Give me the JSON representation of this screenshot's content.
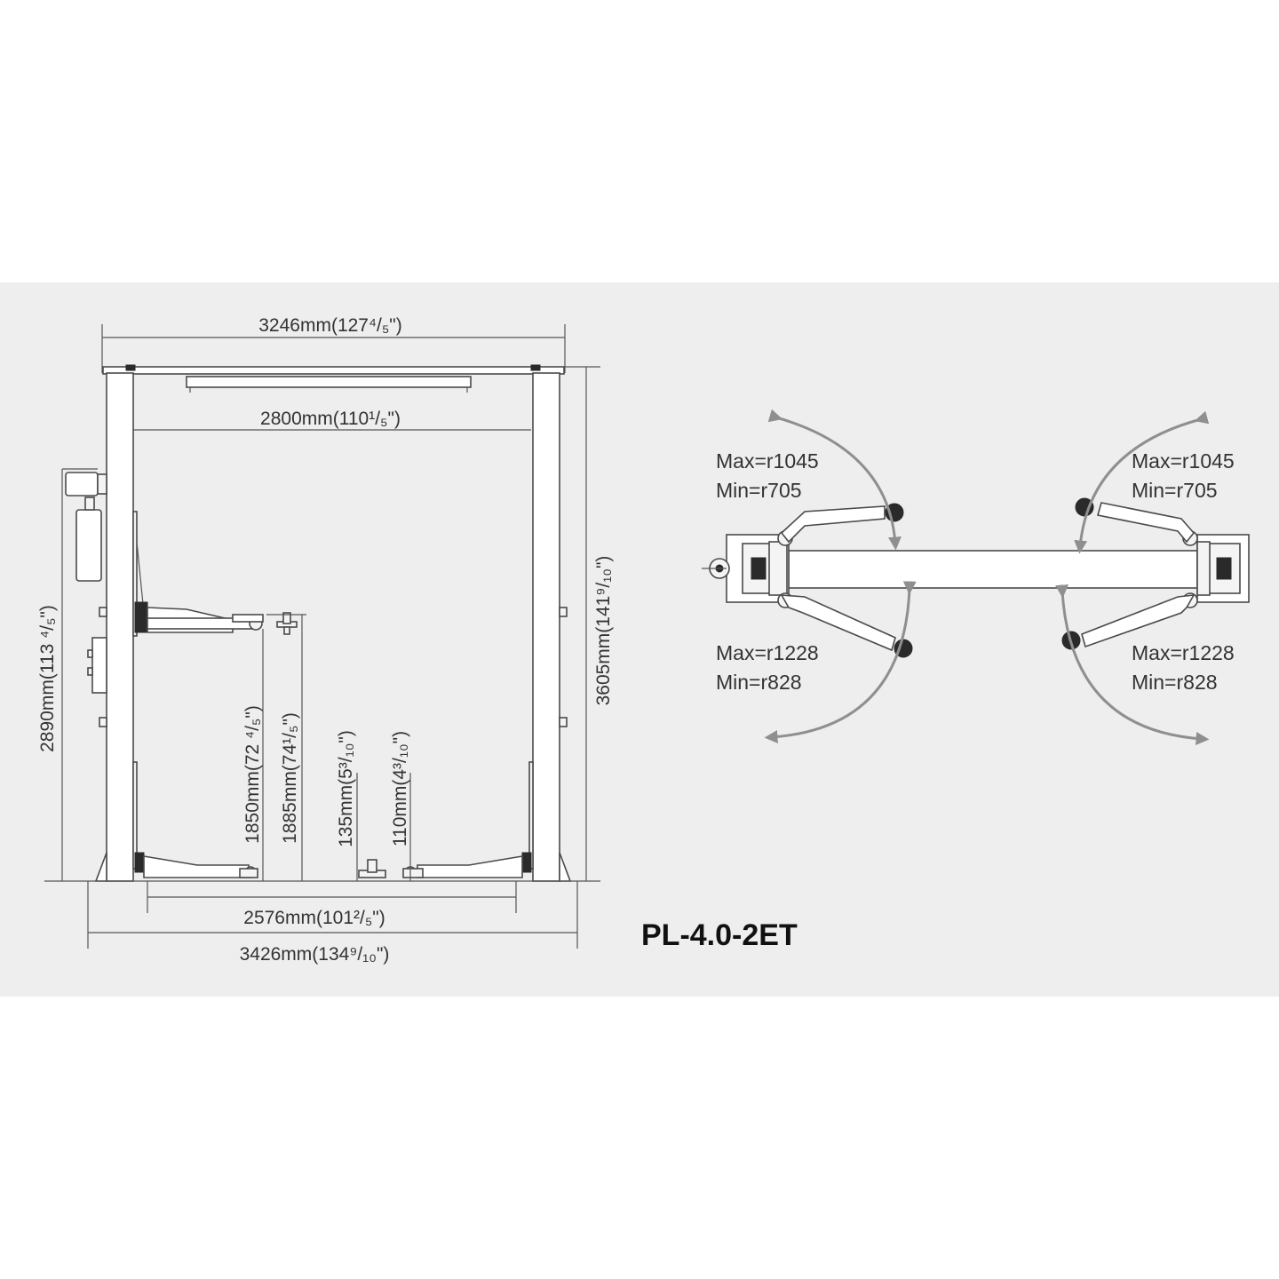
{
  "colors": {
    "panel_background": "#eeeeee",
    "page_background": "#ffffff",
    "line": "#555555",
    "arrow": "#8f8f8f",
    "text": "#333333"
  },
  "front_view": {
    "overall_width": "3246mm(127⁴/₅\")",
    "inner_width": "2800mm(110¹/₅\")",
    "overall_height": "3605mm(141⁹/₁₀\")",
    "side_height": "2890mm(113 ⁴/₅\")",
    "lift_height_1": "1850mm(72 ⁴/₅\")",
    "lift_height_2": "1885mm(74¹/₅\")",
    "pad_height_1": "135mm(5³/₁₀\")",
    "pad_height_2": "110mm(4³/₁₀\")",
    "base_inner_width": "2576mm(101²/₅\")",
    "base_overall_width": "3426mm(134⁹/₁₀\")"
  },
  "top_view": {
    "upper_left_max": "Max=r1045",
    "upper_left_min": "Min=r705",
    "upper_right_max": "Max=r1045",
    "upper_right_min": "Min=r705",
    "lower_left_max": "Max=r1228",
    "lower_left_min": "Min=r828",
    "lower_right_max": "Max=r1228",
    "lower_right_min": "Min=r828"
  },
  "model": "PL-4.0-2ET"
}
